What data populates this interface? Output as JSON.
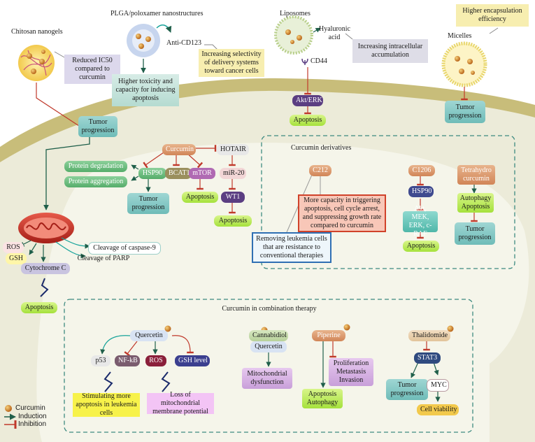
{
  "nanocarriers": {
    "chitosan": {
      "title": "Chitosan nanogels",
      "note": "Reduced IC50 compared to curcumin"
    },
    "plga": {
      "title": "PLGA/poloxamer nanostructures",
      "ligand": "Anti-CD123",
      "note": "Higher toxicity and capacity for inducing apoptosis",
      "selectivity": "Increasing selectivity of delivery systems toward cancer cells"
    },
    "liposomes": {
      "title": "Liposomes",
      "ligand": "Hyaluronic acid",
      "receptor": "CD44",
      "note": "Increasing intracellular accumulation"
    },
    "micelles": {
      "title": "Micelles",
      "note": "Higher encapsulation efficiency"
    }
  },
  "pathways": {
    "tumor_progression": "Tumor progression",
    "akt_erk": "Akt/ERK",
    "apoptosis": "Apoptosis"
  },
  "curcumin_targets": {
    "curcumin": "Curcumin",
    "hotair": "HOTAIR",
    "hsp90": "HSP90",
    "bcat1": "BCAT1",
    "mtor": "mTOR",
    "mir20": "miR-20",
    "wt1": "WT1",
    "protein_degradation": "Protein degradation",
    "protein_aggregation": "Protein aggregation",
    "tumor_progression": "Tumor progression",
    "apoptosis": "Apoptosis"
  },
  "mitochondria": {
    "ros": "ROS",
    "gsh": "GSH",
    "cytochrome": "Cytochrome C",
    "caspase": "Cleavage of caspase-9",
    "parp": "Cleavage of PARP",
    "apoptosis": "Apoptosis"
  },
  "derivatives": {
    "title": "Curcumin derivatives",
    "c212": "C212",
    "c212_effect": "More capacity in triggering apoptosis, cell cycle arrest, and suppressing growth rate compared to curcumin",
    "c212_resistance": "Removing leukemia cells that are resistance to conventional therapies",
    "c1206": "C1206",
    "hsp90": "HSP90",
    "kinases": "Akt, MEK, ERK, c-RAF",
    "apoptosis": "Apoptosis",
    "thc": "Tetrahydro curcumin",
    "thc_effect": "Autophagy Apoptosis",
    "tumor_progression": "Tumor progression"
  },
  "combination": {
    "title": "Curcumin in combination therapy",
    "quercetin": "Quercetin",
    "p53": "p53",
    "nfkb": "NF-kB",
    "ros": "ROS",
    "gsh_level": "GSH level",
    "apoptosis_note": "Stimulating more apoptosis in leukemia cells",
    "mito_potential": "Loss of mitochondrial membrane potential",
    "cannabidiol": "Cannabidiol",
    "quercetin2": "Quercetin",
    "mito_dysfunction": "Mitochondrial dysfunction",
    "piperine": "Piperine",
    "prolif": "Proliferation Metastasis Invasion",
    "apop_auto": "Apoptosis Autophagy",
    "thalidomide": "Thalidomide",
    "stat3": "STAT3",
    "tumor_progression": "Tumor progression",
    "myc": "MYC",
    "viability": "Cell viability"
  },
  "legend": {
    "curcumin": "Curcumin",
    "induction": "Induction",
    "inhibition": "Inhibition"
  },
  "colors": {
    "induction": "#1f5f4a",
    "inhibition": "#c0392b",
    "cell_membrane": "#b9ae6a",
    "curcumin_dot": "#d08a2a"
  }
}
